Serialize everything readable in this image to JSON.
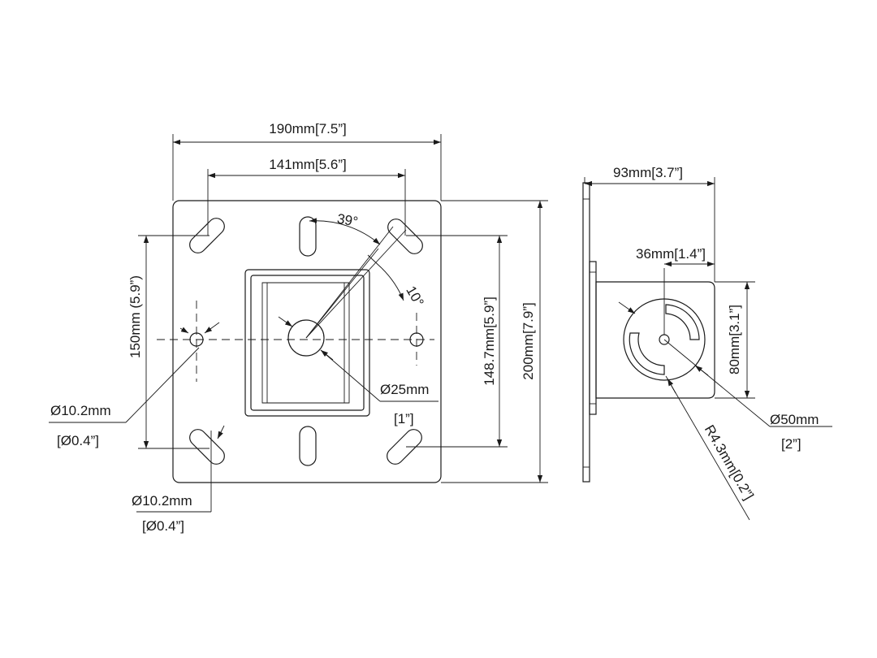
{
  "labels": {
    "overall_width": "190mm[7.5”]",
    "slot_spacing_width": "141mm[5.6”]",
    "angle_39": "39°",
    "angle_10": "10°",
    "hole_height": "150mm (5.9”)",
    "hole_dia_left": "Ø10.2mm",
    "hole_dia_left_in": "[Ø0.4”]",
    "hole_dia_bottom": "Ø10.2mm",
    "hole_dia_bottom_in": "[Ø0.4”]",
    "center_hole_dia": "Ø25mm",
    "center_hole_dia_in": "[1”]",
    "slot_height": "148.7mm[5.9”]",
    "overall_height": "200mm[7.9”]",
    "side_depth": "93mm[3.7”]",
    "side_center": "36mm[1.4”]",
    "side_height": "80mm[3.1”]",
    "side_circle_dia": "Ø50mm",
    "side_circle_dia_in": "[2”]",
    "slot_radius": "R4.3mm[0.2”]"
  }
}
